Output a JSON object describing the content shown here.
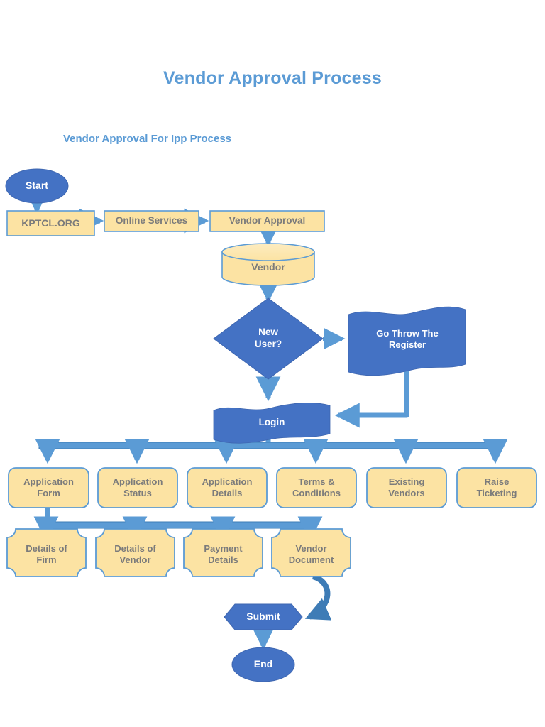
{
  "document": {
    "title": "Vendor Approval Process",
    "subtitle": "Vendor Approval For Ipp Process"
  },
  "colors": {
    "brand_blue": "#4472C4",
    "connector_blue": "#5B9BD5",
    "title_blue": "#5B9BD5",
    "box_yellow": "#FCE3A3",
    "box_border": "#5B9BD5",
    "box_text_gray": "#7B7B7B",
    "node_text_white": "#FFFFFF",
    "background": "#FFFFFF"
  },
  "nodes": {
    "start": {
      "label": "Start",
      "shape": "ellipse"
    },
    "kptcl": {
      "label": "KPTCL.ORG",
      "shape": "rectangle"
    },
    "online_services": {
      "label": "Online Services",
      "shape": "rectangle"
    },
    "vendor_approval": {
      "label": "Vendor Approval",
      "shape": "rectangle"
    },
    "vendor_db": {
      "label": "Vendor",
      "shape": "cylinder"
    },
    "new_user": {
      "label": "New\nUser?",
      "label_line1": "New",
      "label_line2": "User?",
      "shape": "decision-diamond"
    },
    "go_register": {
      "label": "Go Throw The Register",
      "label_line1": "Go Throw The",
      "label_line2": "Register",
      "shape": "wavy-flag"
    },
    "login": {
      "label": "Login",
      "shape": "wavy-flag"
    },
    "submit": {
      "label": "Submit",
      "shape": "hexagon"
    },
    "end": {
      "label": "End",
      "shape": "ellipse"
    }
  },
  "service_row": {
    "items": [
      {
        "line1": "Application",
        "line2": "Form"
      },
      {
        "line1": "Application",
        "line2": "Status"
      },
      {
        "line1": "Application",
        "line2": "Details"
      },
      {
        "line1": "Terms &",
        "line2": "Conditions"
      },
      {
        "line1": "Existing",
        "line2": "Vendors"
      },
      {
        "line1": "Raise",
        "line2": "Ticketing"
      }
    ]
  },
  "detail_row": {
    "items": [
      {
        "line1": "Details of",
        "line2": "Firm"
      },
      {
        "line1": "Details of",
        "line2": "Vendor"
      },
      {
        "line1": "Payment",
        "line2": "Details"
      },
      {
        "line1": "Vendor",
        "line2": "Document"
      }
    ]
  }
}
